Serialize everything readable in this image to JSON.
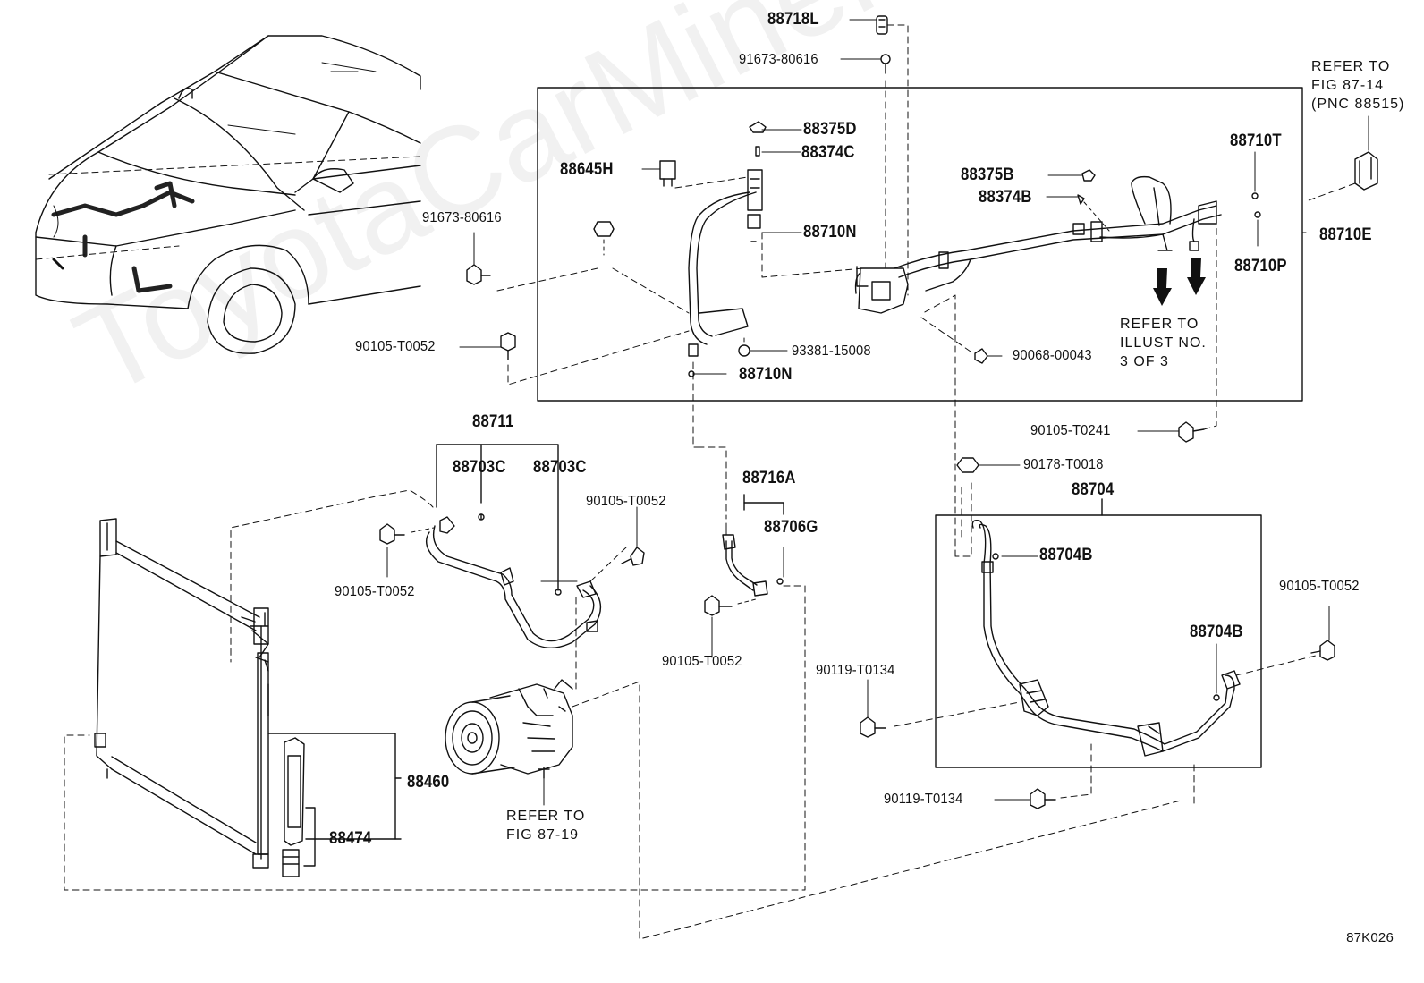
{
  "figure_code": "87K026",
  "watermark": "ToyotaCarMiner.ru",
  "labels": {
    "p88718L": "88718L",
    "p91673_80616_top": "91673-80616",
    "p91673_80616_left": "91673-80616",
    "p88375D": "88375D",
    "p88374C": "88374C",
    "p88645H": "88645H",
    "p88710N_a": "88710N",
    "p88710N_b": "88710N",
    "p93381_15008": "93381-15008",
    "p90105_T0052_a": "90105-T0052",
    "p90105_T0052_b": "90105-T0052",
    "p90105_T0052_c": "90105-T0052",
    "p90105_T0052_d": "90105-T0052",
    "p90105_T0052_e": "90105-T0052",
    "p88375B": "88375B",
    "p88374B": "88374B",
    "p88710T": "88710T",
    "p88710P": "88710P",
    "p88710E": "88710E",
    "p90068_00043": "90068-00043",
    "p90105_T0241": "90105-T0241",
    "p90178_T0018": "90178-T0018",
    "p88704": "88704",
    "p88704B_a": "88704B",
    "p88704B_b": "88704B",
    "p90119_T0134_a": "90119-T0134",
    "p90119_T0134_b": "90119-T0134",
    "p88711": "88711",
    "p88703C_a": "88703C",
    "p88703C_b": "88703C",
    "p88716A": "88716A",
    "p88706G": "88706G",
    "p88460": "88460",
    "p88474": "88474"
  },
  "notes": {
    "refer_87_14": [
      "REFER TO",
      "FIG 87-14",
      "(PNC 88515)"
    ],
    "refer_illust": [
      "REFER TO",
      "ILLUST NO.",
      "3 OF 3"
    ],
    "refer_87_19": [
      "REFER TO",
      "FIG 87-19"
    ]
  }
}
